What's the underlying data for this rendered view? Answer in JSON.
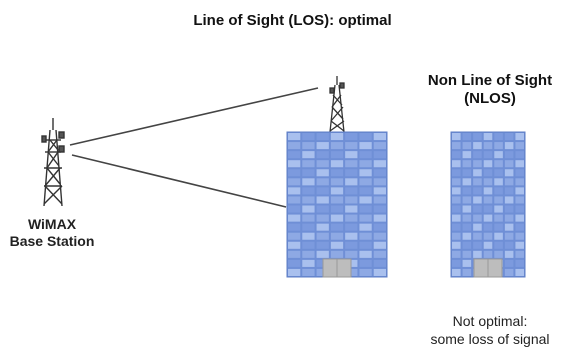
{
  "title": "Line of Sight (LOS): optimal",
  "base_station": {
    "label_line1": "WiMAX",
    "label_line2": "Base Station"
  },
  "nlos": {
    "label_line1": "Non Line of Sight",
    "label_line2": "(NLOS)"
  },
  "note": {
    "line1": "Not optimal:",
    "line2": "some loss of signal"
  },
  "colors": {
    "building_fill": "#6f8fd6",
    "building_window": "#a9c0ee",
    "building_grid": "#ffffff",
    "door": "#bdbdbd",
    "tower": "#333333",
    "signal_line": "#444444"
  },
  "icons": [
    "transmission-tower-icon",
    "building-icon"
  ]
}
